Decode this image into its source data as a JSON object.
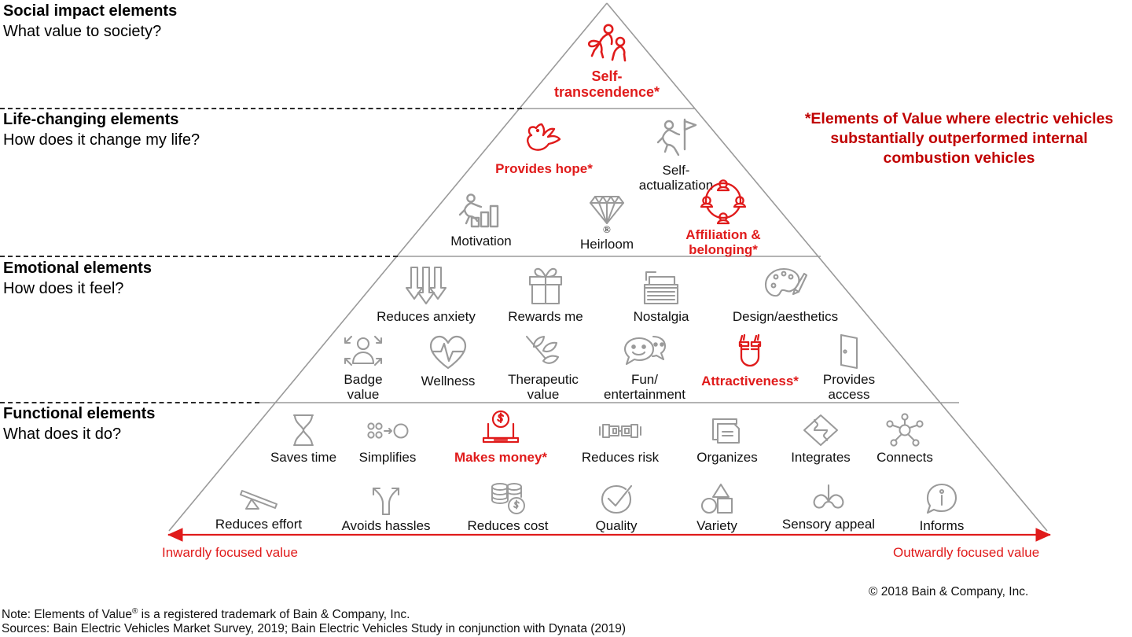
{
  "tiers": [
    {
      "heading": "Social impact elements",
      "question": "What value to society?"
    },
    {
      "heading": "Life-changing elements",
      "question": "How does it change my life?"
    },
    {
      "heading": "Emotional elements",
      "question": "How does it feel?"
    },
    {
      "heading": "Functional elements",
      "question": "What does it do?"
    }
  ],
  "elements": {
    "social": [
      {
        "label": "Self-\ntranscendence*",
        "icon": "two-figures-icon",
        "highlight": true
      }
    ],
    "life_changing_row1": [
      {
        "label": "Provides hope*",
        "icon": "dove-icon",
        "highlight": true
      },
      {
        "label": "Self-\nactualization",
        "icon": "figure-flag-icon",
        "highlight": false
      }
    ],
    "life_changing_row2": [
      {
        "label": "Motivation",
        "icon": "figure-bars-icon",
        "highlight": false
      },
      {
        "label": "Heirloom",
        "icon": "diamond-icon",
        "highlight": false
      },
      {
        "label": "Affiliation &\nbelonging*",
        "icon": "people-circle-icon",
        "highlight": true
      }
    ],
    "emotional_row1": [
      {
        "label": "Reduces anxiety",
        "icon": "down-arrows-icon",
        "highlight": false
      },
      {
        "label": "Rewards me",
        "icon": "gift-icon",
        "highlight": false
      },
      {
        "label": "Nostalgia",
        "icon": "typewriter-icon",
        "highlight": false
      },
      {
        "label": "Design/aesthetics",
        "icon": "palette-icon",
        "highlight": false
      }
    ],
    "emotional_row2": [
      {
        "label": "Badge\nvalue",
        "icon": "person-arrows-icon",
        "highlight": false
      },
      {
        "label": "Wellness",
        "icon": "heart-pulse-icon",
        "highlight": false
      },
      {
        "label": "Therapeutic\nvalue",
        "icon": "leaf-icon",
        "highlight": false
      },
      {
        "label": "Fun/\nentertainment",
        "icon": "smiley-chat-icon",
        "highlight": false
      },
      {
        "label": "Attractiveness*",
        "icon": "magnet-icon",
        "highlight": true
      },
      {
        "label": "Provides\naccess",
        "icon": "door-icon",
        "highlight": false
      }
    ],
    "functional_row1": [
      {
        "label": "Saves time",
        "icon": "hourglass-icon",
        "highlight": false
      },
      {
        "label": "Simplifies",
        "icon": "dots-to-circle-icon",
        "highlight": false
      },
      {
        "label": "Makes money*",
        "icon": "laptop-dollar-icon",
        "highlight": true
      },
      {
        "label": "Reduces risk",
        "icon": "connector-icon",
        "highlight": false
      },
      {
        "label": "Organizes",
        "icon": "folder-lines-icon",
        "highlight": false
      },
      {
        "label": "Integrates",
        "icon": "puzzle-diamond-icon",
        "highlight": false
      },
      {
        "label": "Connects",
        "icon": "network-nodes-icon",
        "highlight": false
      }
    ],
    "functional_row2": [
      {
        "label": "Reduces effort",
        "icon": "lever-icon",
        "highlight": false
      },
      {
        "label": "Avoids hassles",
        "icon": "fork-arrows-icon",
        "highlight": false
      },
      {
        "label": "Reduces cost",
        "icon": "coins-dollar-icon",
        "highlight": false
      },
      {
        "label": "Quality",
        "icon": "check-circle-icon",
        "highlight": false
      },
      {
        "label": "Variety",
        "icon": "shapes-icon",
        "highlight": false
      },
      {
        "label": "Sensory appeal",
        "icon": "nose-icon",
        "highlight": false
      },
      {
        "label": "Informs",
        "icon": "info-speech-icon",
        "highlight": false
      }
    ]
  },
  "callout": "*Elements of Value where electric vehicles substantially outperformed internal combustion vehicles",
  "axis": {
    "left_label": "Inwardly focused value",
    "right_label": "Outwardly focused value"
  },
  "footer": {
    "copyright": "© 2018 Bain & Company, Inc.",
    "note_prefix": "Note: Elements of Value",
    "note_reg": "®",
    "note_suffix": " is a registered trademark of Bain & Company, Inc.",
    "sources": "Sources: Bain Electric Vehicles Market Survey, 2019; Bain Electric Vehicles Study in conjunction with Dynata (2019)"
  },
  "colors": {
    "highlight_red": "#E01B1B",
    "callout_red": "#C00000",
    "pyramid_line": "#9a9a9a",
    "icon_gray": "#9a9a9a",
    "text_black": "#111111"
  }
}
